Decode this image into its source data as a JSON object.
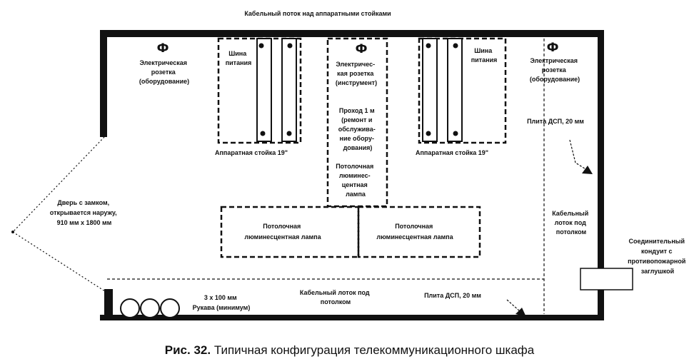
{
  "top_tray": "Кабельный поток над аппаратными стойками",
  "outlets": [
    {
      "symbol": "Ф",
      "lines": [
        "Электрическая",
        "розетка",
        "(оборудование)"
      ]
    },
    {
      "symbol": "Ф",
      "lines": [
        "Электричес-",
        "кая розетка",
        "(инструмент)"
      ]
    },
    {
      "symbol": "Ф",
      "lines": [
        "Электрическая",
        "розетка",
        "(оборудование)"
      ]
    }
  ],
  "power_bus_left": [
    "Шина",
    "питания"
  ],
  "power_bus_right": [
    "Шина",
    "питания"
  ],
  "rack_left": "Аппаратная стойка 19\"",
  "rack_right": "Аппаратная стойка 19\"",
  "passage": [
    "Проход 1 м",
    "(ремонт и",
    "обслужива-",
    "ние обору-",
    "дования)"
  ],
  "ceiling_lamp_top": [
    "Потолочная",
    "люминес-",
    "центная",
    "лампа"
  ],
  "ceiling_lamp_left": [
    "Потолочная",
    "люминесцентная лампа"
  ],
  "ceiling_lamp_right": [
    "Потолочная",
    "люминесцентная лампа"
  ],
  "chipboard_top": "Плита ДСП, 20 мм",
  "chipboard_bottom": "Плита ДСП, 20 мм",
  "cable_tray_right": [
    "Кабельный",
    "лоток под",
    "потолком"
  ],
  "cable_tray_bottom": [
    "Кабельный лоток под",
    "потолком"
  ],
  "conduit": [
    "Соединительный",
    "кондуит с",
    "противопожарной",
    "заглушкой"
  ],
  "door": [
    "Дверь с замком,",
    "открывается наружу,",
    "910 мм х 1800 мм"
  ],
  "sleeves": [
    "3 х 100 мм",
    "Рукава (минимум)"
  ],
  "caption": {
    "prefix": "Рис. 32.",
    "text": "Типичная конфигурация телекоммуникационного шкафа"
  }
}
